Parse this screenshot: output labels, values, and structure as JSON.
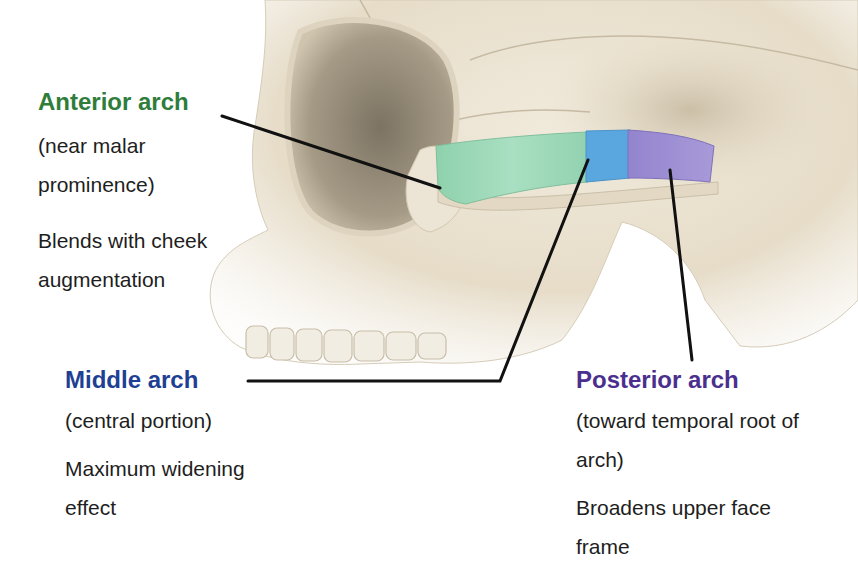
{
  "diagram": {
    "labels": [
      "Anterior arch",
      "(near malar prominence)",
      "Blends with cheek augmentation",
      "Middle arch",
      "(central portion)",
      "Maximum widening effect",
      "Posterior arch",
      "(toward temporal root of arch)",
      "Broadens upper face frame"
    ]
  }
}
